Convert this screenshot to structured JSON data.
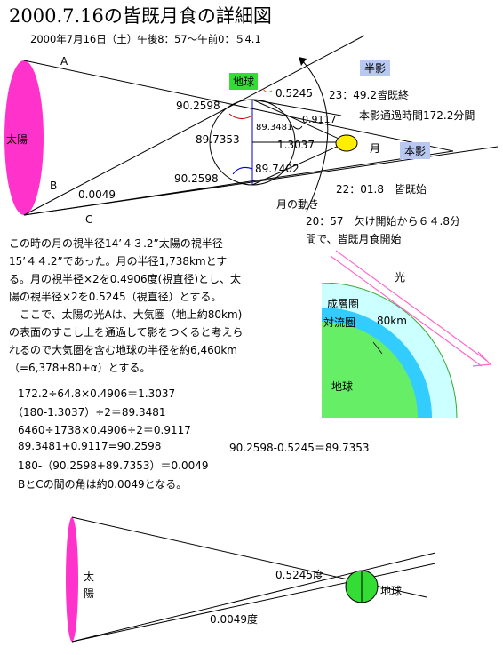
{
  "title": "2000.7.16の皆既月食の詳細図",
  "subtitle": "2000年7月16日（土）午後8：57～午前0：５4.1",
  "top_diagram": {
    "sun": "太陽",
    "point_a": "A",
    "point_b": "B",
    "point_c": "C",
    "earth": "地球",
    "moon": "月",
    "penumbra": "半影",
    "umbra": "本影",
    "angle_0_5245": "0.5245",
    "angle_90_2598_top": "90.2598",
    "angle_90_2598_bottom": "90.2598",
    "angle_89_3481": "89.3481",
    "angle_89_7353": "89.7353",
    "angle_1_3037": "1.3037",
    "angle_0_9117": "0.9117",
    "angle_89_7402": "89.7402",
    "angle_0_0049": "0.0049",
    "totality_end": "23：49.2皆既終",
    "umbra_transit": "本影通過時間172.2分間",
    "totality_start": "22：01.8　皆既始",
    "moon_motion": "月の動き",
    "partial_start": "20：57　欠け開始から６４.8分",
    "partial_start_2": "間で、皆既月食開始"
  },
  "explanation": [
    "この時の月の視半径14’４３.2”太陽の視半径",
    "15’４４.2”であった。月の半径1,738kmとす",
    "る。月の視半径×2を0.4906度(視直径)とし、太",
    "陽の視半径×2を0.5245（視直径）とする。",
    "　ここで、太陽の光Aは、大気圏（地上約80km)",
    "の表面のすこし上を通過して影をつくると考えら",
    "れるので大気圏を含む地球の半径を約6,460km",
    "（=6,378+80+α）とする。"
  ],
  "calculations": [
    "172.2÷64.8×0.4906＝1.3037",
    "（180-1.3037）÷2＝89.3481",
    "6460÷1738×0.4906÷2＝0.9117",
    "89.3481+0.9117=90.2598",
    "180-（90.2598+89.7353）＝0.0049",
    "BとCの間の角は約0.0049となる。"
  ],
  "calc_right": "90.2598-0.5245＝89.7353",
  "atmosphere": {
    "light": "光",
    "stratosphere": "成層圏",
    "troposphere": "対流圏",
    "height": "80km",
    "earth": "地球"
  },
  "bottom_diagram": {
    "sun_1": "太",
    "sun_2": "陽",
    "angle_top": "0.5245度",
    "angle_bottom": "0.0049度",
    "earth": "地球"
  },
  "colors": {
    "sun": "#ff33cc",
    "earth": "#33dd33",
    "moon": "#ffee00",
    "stratosphere": "#ccffff",
    "troposphere": "#33ccff",
    "light_arrow": "#ff66cc",
    "umbra_box": "#b8c8f0"
  }
}
